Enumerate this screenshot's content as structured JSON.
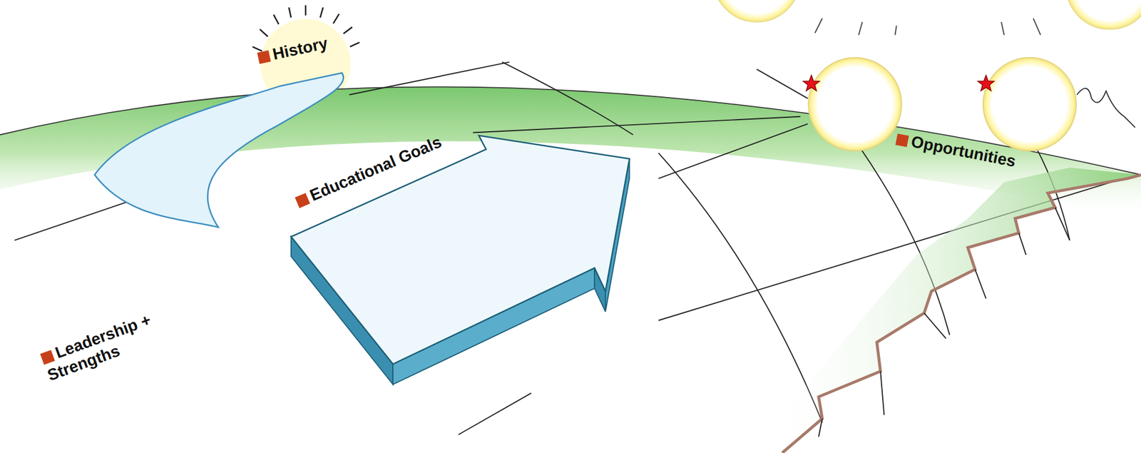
{
  "diagram": {
    "labels": [
      "History",
      "Educational Goals",
      "Leadership + Strengths",
      "Opportunities"
    ]
  }
}
